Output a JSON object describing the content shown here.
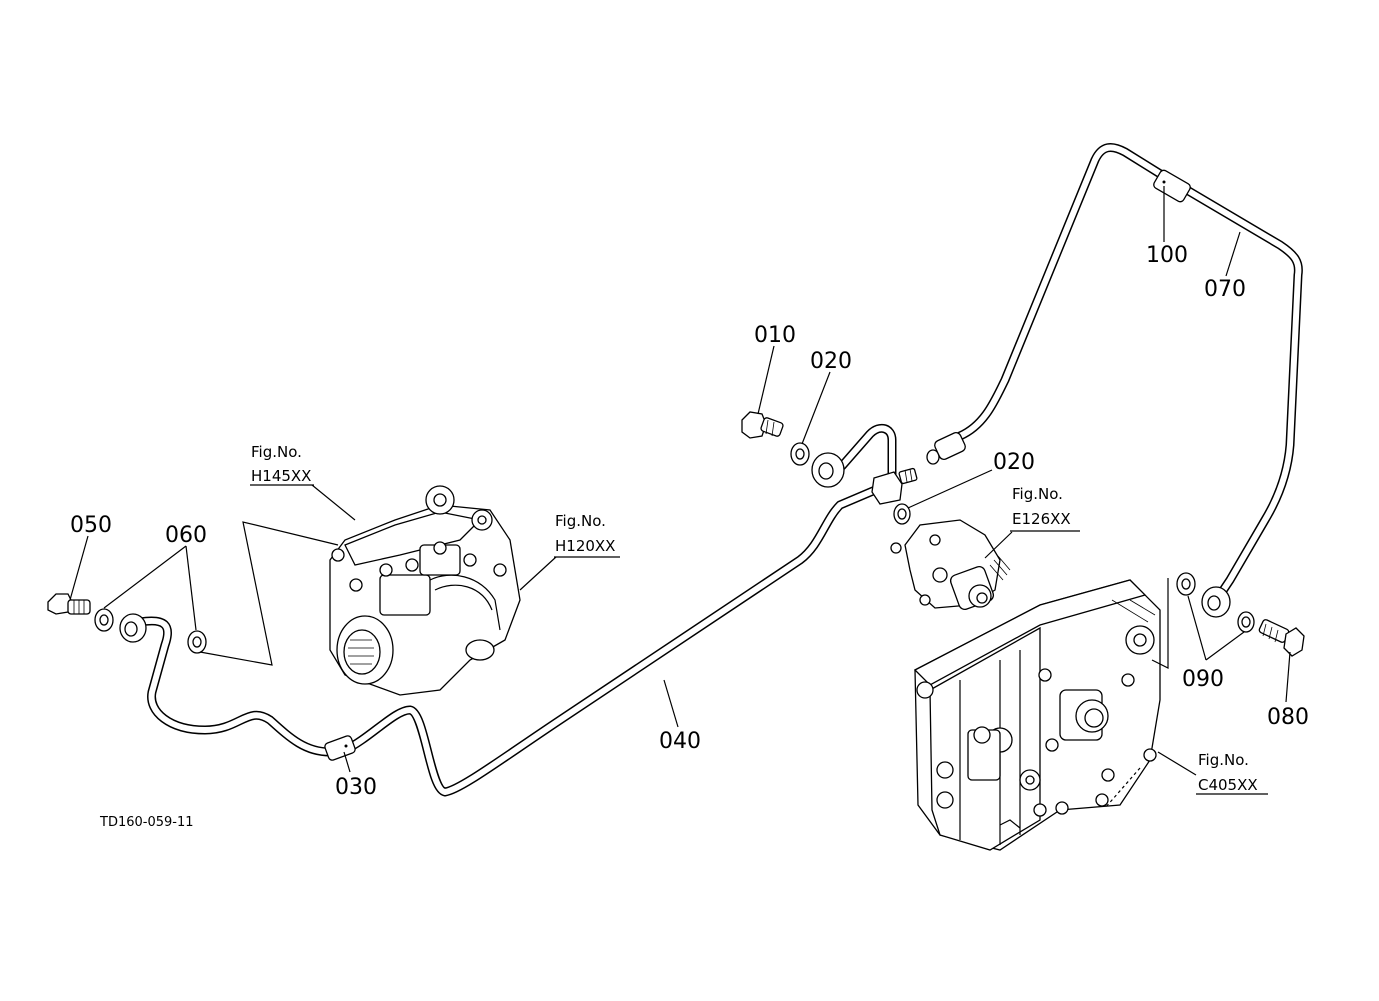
{
  "parts": {
    "p010": "010",
    "p020a": "020",
    "p020b": "020",
    "p030": "030",
    "p040": "040",
    "p050": "050",
    "p060": "060",
    "p070": "070",
    "p080": "080",
    "p090": "090",
    "p100": "100"
  },
  "figures": {
    "h145": {
      "label": "Fig.No.",
      "code": "H145XX"
    },
    "h120": {
      "label": "Fig.No.",
      "code": "H120XX"
    },
    "e126": {
      "label": "Fig.No.",
      "code": "E126XX"
    },
    "c405": {
      "label": "Fig.No.",
      "code": "C405XX"
    }
  },
  "drawing_id": "TD160-059-11"
}
